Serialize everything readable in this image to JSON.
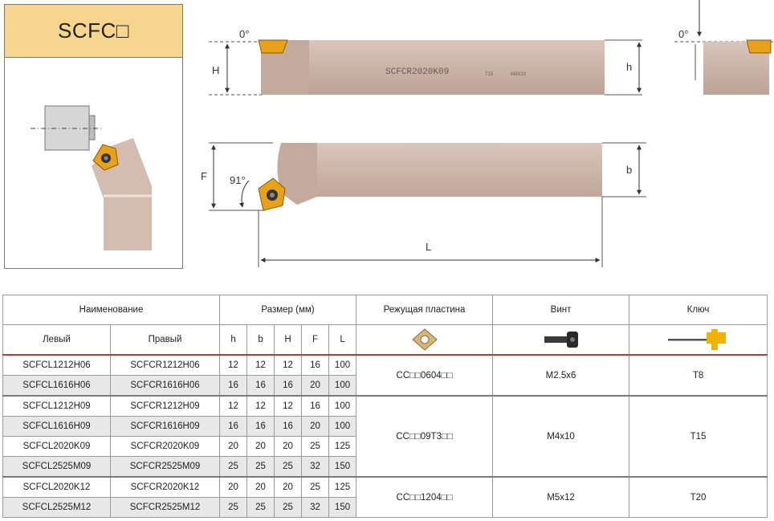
{
  "title": "SCFC□",
  "drawing": {
    "angle_top_left": "0°",
    "angle_top_right": "0°",
    "label_H": "H",
    "label_h": "h",
    "label_F": "F",
    "label_b": "b",
    "label_L": "L",
    "angle_approach": "91°",
    "tool_marking": "SCFCR2020K09",
    "key_marking": "T15",
    "screw_marking": "M4X10"
  },
  "table": {
    "headers": {
      "name": "Наименование",
      "size": "Размер (мм)",
      "insert": "Режущая пластина",
      "screw": "Винт",
      "key": "Ключ",
      "left": "Левый",
      "right": "Правый",
      "h": "h",
      "b": "b",
      "H": "H",
      "F": "F",
      "L": "L"
    },
    "rows": [
      {
        "left": "SCFCL1212H06",
        "right": "SCFCR1212H06",
        "h": "12",
        "b": "12",
        "H": "12",
        "F": "16",
        "L": "100"
      },
      {
        "left": "SCFCL1616H06",
        "right": "SCFCR1616H06",
        "h": "16",
        "b": "16",
        "H": "16",
        "F": "20",
        "L": "100"
      },
      {
        "left": "SCFCL1212H09",
        "right": "SCFCR1212H09",
        "h": "12",
        "b": "12",
        "H": "12",
        "F": "16",
        "L": "100"
      },
      {
        "left": "SCFCL1616H09",
        "right": "SCFCR1616H09",
        "h": "16",
        "b": "16",
        "H": "16",
        "F": "20",
        "L": "100"
      },
      {
        "left": "SCFCL2020K09",
        "right": "SCFCR2020K09",
        "h": "20",
        "b": "20",
        "H": "20",
        "F": "25",
        "L": "125"
      },
      {
        "left": "SCFCL2525M09",
        "right": "SCFCR2525M09",
        "h": "25",
        "b": "25",
        "H": "25",
        "F": "32",
        "L": "150"
      },
      {
        "left": "SCFCL2020K12",
        "right": "SCFCR2020K12",
        "h": "20",
        "b": "20",
        "H": "20",
        "F": "25",
        "L": "125"
      },
      {
        "left": "SCFCL2525M12",
        "right": "SCFCR2525M12",
        "h": "25",
        "b": "25",
        "H": "25",
        "F": "32",
        "L": "150"
      }
    ],
    "groups": [
      {
        "insert": "CC□□0604□□",
        "screw": "M2.5x6",
        "key": "T8"
      },
      {
        "insert": "CC□□09T3□□",
        "screw": "M4x10",
        "key": "T15"
      },
      {
        "insert": "CC□□1204□□",
        "screw": "M5x12",
        "key": "T20"
      }
    ]
  },
  "colors": {
    "title_band": "#f6d68f",
    "tool_body": "#cdb5a9",
    "insert": "#e8a21a",
    "accent_line": "#c0392b"
  }
}
